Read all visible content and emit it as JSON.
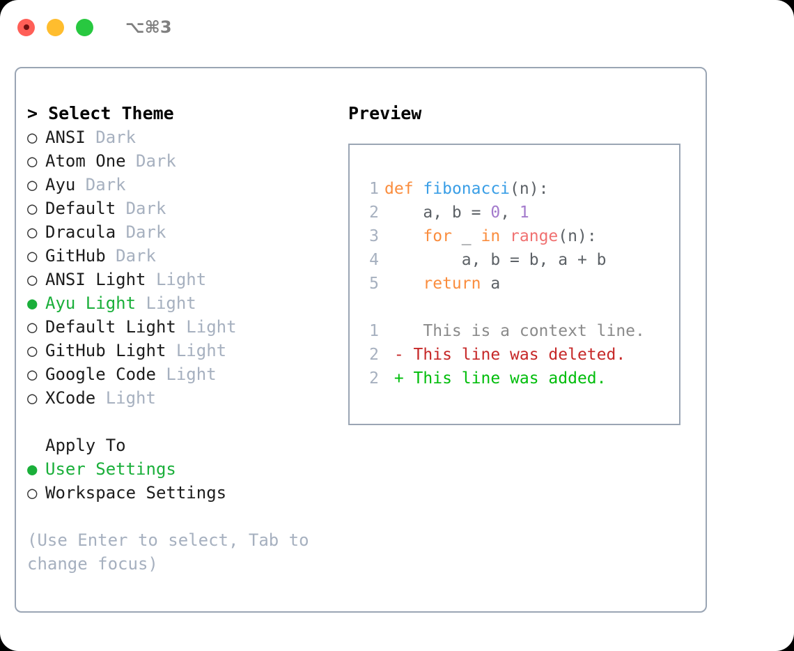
{
  "titlebar": {
    "dots": [
      {
        "name": "close",
        "color": "#ff5f57"
      },
      {
        "name": "minimize",
        "color": "#ffbd2e"
      },
      {
        "name": "maximize",
        "color": "#28c840"
      }
    ],
    "shortcut": "⌥⌘3"
  },
  "theme_picker": {
    "header": "> Select Theme",
    "items": [
      {
        "bullet": "○",
        "label": "ANSI",
        "kind": "Dark",
        "selected": false
      },
      {
        "bullet": "○",
        "label": "Atom One",
        "kind": "Dark",
        "selected": false
      },
      {
        "bullet": "○",
        "label": "Ayu",
        "kind": "Dark",
        "selected": false
      },
      {
        "bullet": "○",
        "label": "Default",
        "kind": "Dark",
        "selected": false
      },
      {
        "bullet": "○",
        "label": "Dracula",
        "kind": "Dark",
        "selected": false
      },
      {
        "bullet": "○",
        "label": "GitHub",
        "kind": "Dark",
        "selected": false
      },
      {
        "bullet": "○",
        "label": "ANSI Light",
        "kind": "Light",
        "selected": false
      },
      {
        "bullet": "●",
        "label": "Ayu Light",
        "kind": "Light",
        "selected": true
      },
      {
        "bullet": "○",
        "label": "Default Light",
        "kind": "Light",
        "selected": false
      },
      {
        "bullet": "○",
        "label": "GitHub Light",
        "kind": "Light",
        "selected": false
      },
      {
        "bullet": "○",
        "label": "Google Code",
        "kind": "Light",
        "selected": false
      },
      {
        "bullet": "○",
        "label": "XCode",
        "kind": "Light",
        "selected": false
      }
    ]
  },
  "apply_to": {
    "header": "Apply To",
    "items": [
      {
        "bullet": "●",
        "label": "User Settings",
        "selected": true
      },
      {
        "bullet": "○",
        "label": "Workspace Settings",
        "selected": false
      }
    ]
  },
  "hint": "(Use Enter to select, Tab to change focus)",
  "preview": {
    "title": "Preview",
    "code_lines": [
      {
        "num": "1",
        "tokens": [
          {
            "t": "def",
            "c": "kw"
          },
          {
            "t": " ",
            "c": "txt"
          },
          {
            "t": "fibonacci",
            "c": "fn"
          },
          {
            "t": "(n):",
            "c": "txt"
          }
        ]
      },
      {
        "num": "2",
        "tokens": [
          {
            "t": "    a, b = ",
            "c": "txt"
          },
          {
            "t": "0",
            "c": "num"
          },
          {
            "t": ", ",
            "c": "txt"
          },
          {
            "t": "1",
            "c": "num"
          }
        ]
      },
      {
        "num": "3",
        "tokens": [
          {
            "t": "    ",
            "c": "txt"
          },
          {
            "t": "for",
            "c": "kw"
          },
          {
            "t": " _ ",
            "c": "txt"
          },
          {
            "t": "in",
            "c": "kw"
          },
          {
            "t": " ",
            "c": "txt"
          },
          {
            "t": "range",
            "c": "call"
          },
          {
            "t": "(n):",
            "c": "txt"
          }
        ]
      },
      {
        "num": "4",
        "tokens": [
          {
            "t": "        a, b = b, a + b",
            "c": "txt"
          }
        ]
      },
      {
        "num": "5",
        "tokens": [
          {
            "t": "    ",
            "c": "txt"
          },
          {
            "t": "return",
            "c": "kw"
          },
          {
            "t": " a",
            "c": "txt"
          }
        ]
      }
    ],
    "diff_lines": [
      {
        "num": "1",
        "marker": " ",
        "text": "  This is a context line.",
        "kind": "ctx"
      },
      {
        "num": "2",
        "marker": "-",
        "text": " This line was deleted.",
        "kind": "del"
      },
      {
        "num": "2",
        "marker": "+",
        "text": " This line was added.",
        "kind": "add"
      }
    ]
  },
  "colors": {
    "border": "#9aa5b4",
    "accent_green": "#1aaf3a",
    "muted": "#a6b0bf",
    "kw_orange": "#fa8d3e",
    "fn_blue": "#399ee6",
    "call_red": "#f07171",
    "num_purple": "#a37acc",
    "diff_del": "#c62828",
    "diff_add": "#00bd0b"
  }
}
